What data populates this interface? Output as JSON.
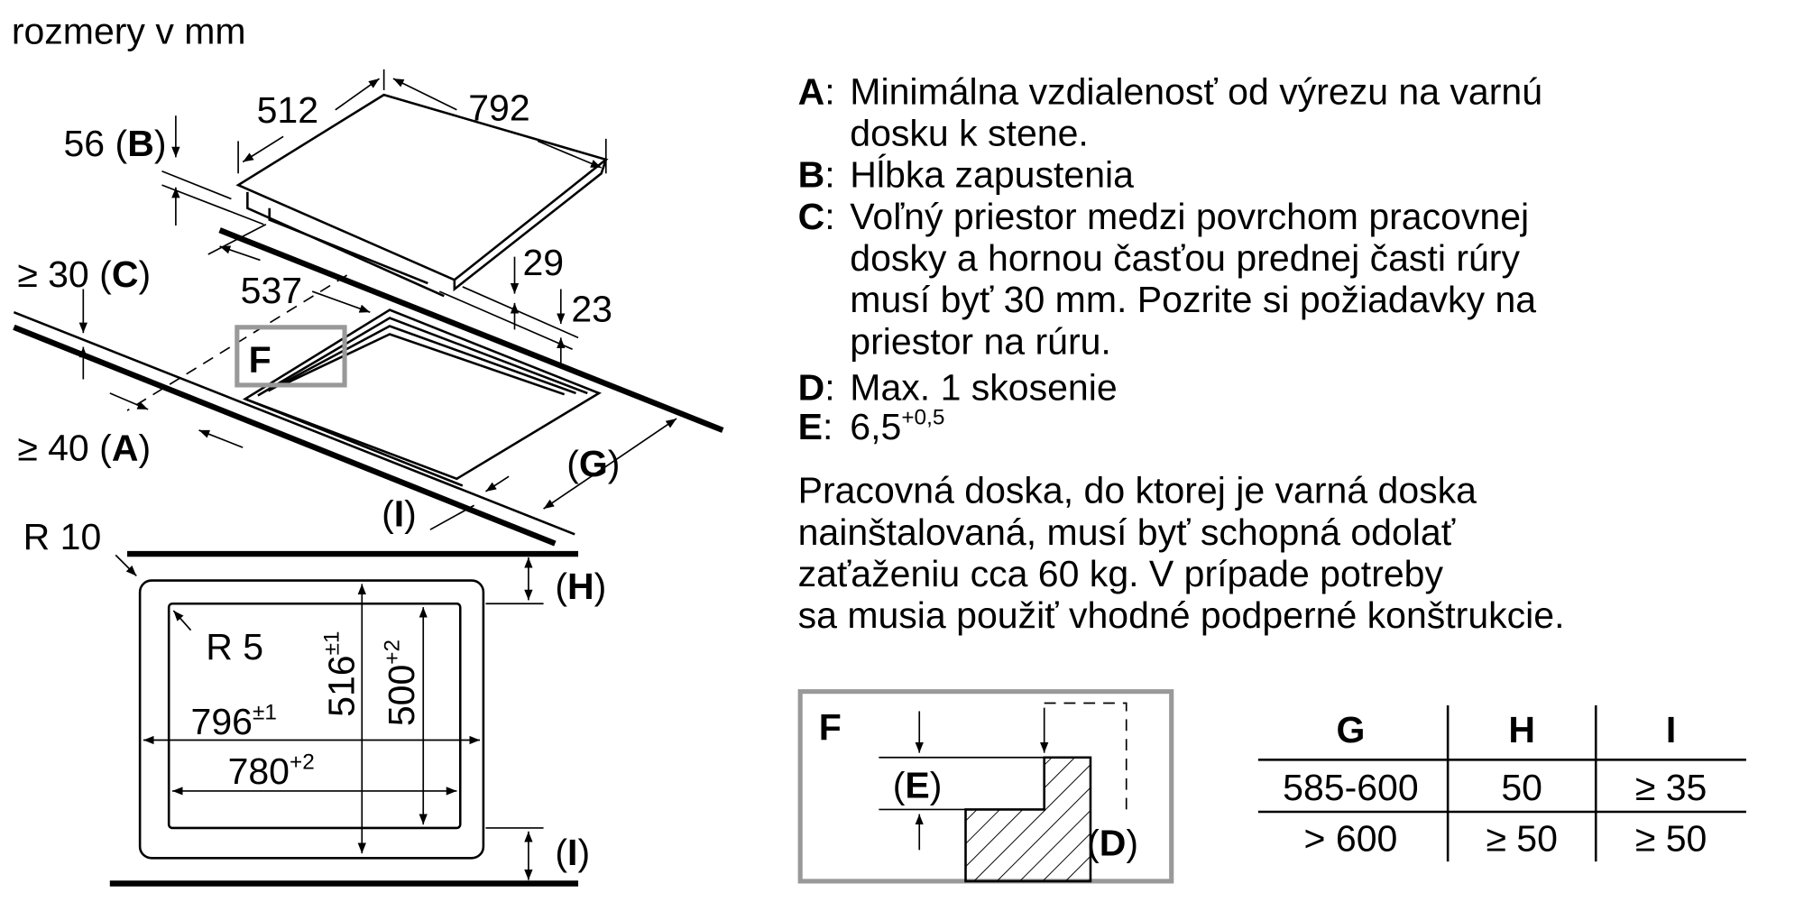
{
  "title": "rozmery v mm",
  "dims": {
    "d512": "512",
    "d792": "792",
    "d56": "56 (",
    "B": "B",
    "close": ")",
    "d30": "≥ 30 (",
    "C": "C",
    "d537": "537",
    "d29": "29",
    "d23": "23",
    "F": "F",
    "d40": "≥ 40 (",
    "A": "A",
    "G": "G",
    "I": "I",
    "H": "H",
    "R10": "R 10",
    "R5": "R 5",
    "d516": "516",
    "d516tol": "±1",
    "d500": "500",
    "d500tol": "+2",
    "d796": "796",
    "d796tol": "±1",
    "d780": "780",
    "d780tol": "+2",
    "E": "E",
    "D": "D",
    "open": "("
  },
  "legend": [
    {
      "key": "A",
      "lines": [
        "Minimálna vzdialenosť od výrezu na varnú",
        "dosku k stene."
      ]
    },
    {
      "key": "B",
      "lines": [
        "Hĺbka zapustenia"
      ]
    },
    {
      "key": "C",
      "lines": [
        "Voľný priestor medzi povrchom pracovnej",
        "dosky a hornou časťou prednej časti rúry",
        "musí byť 30 mm. Pozrite si požiadavky na",
        "priestor na rúru."
      ]
    },
    {
      "key": "D",
      "lines": [
        "Max. 1 skosenie"
      ]
    },
    {
      "key": "E",
      "lines": [
        "6,5"
      ],
      "sup": "+0,5"
    }
  ],
  "sep": ":",
  "note": [
    "Pracovná doska, do ktorej je varná doska",
    "nainštalovaná, musí byť schopná odolať",
    "zaťaženiu cca 60 kg. V prípade potreby",
    "sa musia použiť vhodné podperné konštrukcie."
  ],
  "table": {
    "headers": [
      "G",
      "H",
      "I"
    ],
    "rows": [
      [
        "585-600",
        "50",
        "≥ 35"
      ],
      [
        "> 600",
        "≥ 50",
        "≥ 50"
      ]
    ]
  }
}
